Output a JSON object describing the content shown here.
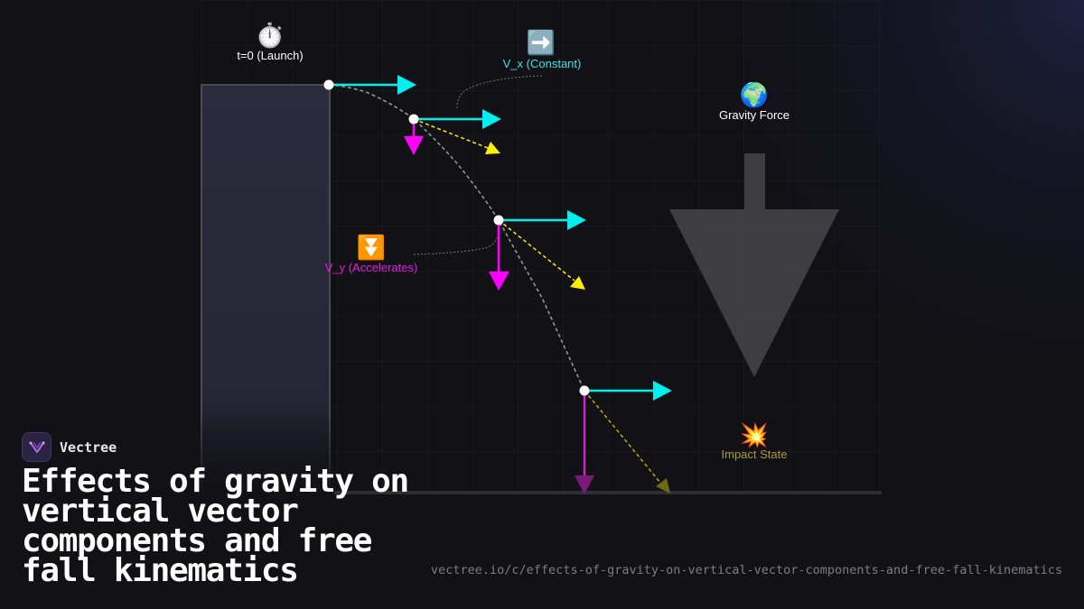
{
  "labels": {
    "launch": "t=0 (Launch)",
    "vx": "V_x (Constant)",
    "vy": "V_y (Accelerates)",
    "gravity": "Gravity Force",
    "impact": "Impact State"
  },
  "icons": {
    "launch": "⏱️",
    "vx": "➡️",
    "vy": "⏬",
    "gravity": "🌍",
    "impact": "💥"
  },
  "brand": {
    "name": "Vectree"
  },
  "title": "Effects of gravity on vertical vector components and free fall kinematics",
  "url": "vectree.io/c/effects-of-gravity-on-vertical-vector-components-and-free-fall-kinematics",
  "colors": {
    "horizontal_vector": "#00f0f0",
    "vertical_vector": "#ff00ff",
    "resultant_vector": "#ffee00",
    "background": "#111116",
    "cliff": "#2a2a3c",
    "gravity_arrow": "#4a4a4e"
  }
}
